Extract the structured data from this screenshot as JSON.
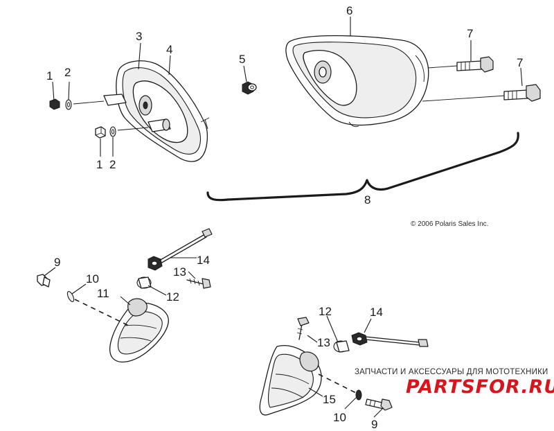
{
  "callouts": {
    "c1a": "1",
    "c2a": "2",
    "c3": "3",
    "c4": "4",
    "c1b": "1",
    "c2b": "2",
    "c5": "5",
    "c6": "6",
    "c7a": "7",
    "c7b": "7",
    "c8": "8",
    "c9a": "9",
    "c10a": "10",
    "c11": "11",
    "c12a": "12",
    "c13a": "13",
    "c14a": "14",
    "c12b": "12",
    "c13b": "13",
    "c14b": "14",
    "c15": "15",
    "c10b": "10",
    "c9b": "9"
  },
  "copyright": "© 2006 Polaris Sales Inc.",
  "watermark": {
    "tagline": "ЗАПЧАСТИ И АКСЕССУАРЫ ДЛЯ МОТОТЕХНИКИ",
    "brand": "PARTSFOR.RU",
    "brand_color": "#d8141c"
  },
  "icons": {
    "left-headlight-housing": "headlight-housing-icon",
    "right-headlight-housing": "headlight-housing-icon",
    "turn-signal": "turn-signal-lens-icon",
    "bolt": "bolt-icon",
    "nut": "nut-icon",
    "bulb": "bulb-icon",
    "harness": "wire-harness-icon"
  }
}
